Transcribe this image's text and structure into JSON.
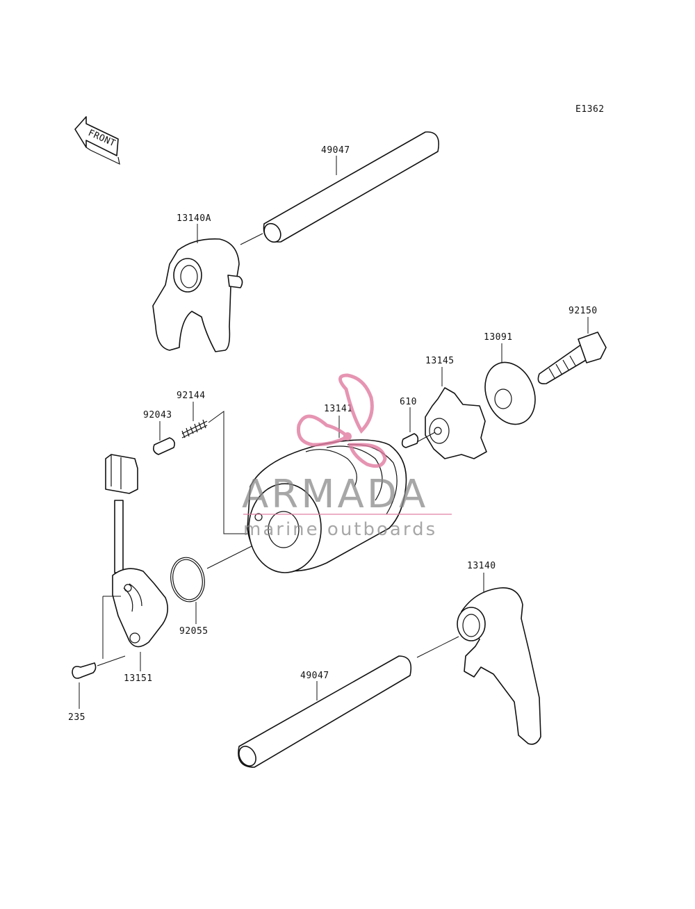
{
  "diagram_code": "E1362",
  "front_label": "FRONT",
  "watermark": {
    "brand": "ARMADA",
    "tagline": "marine outboards",
    "brand_color": "#7a7a7a",
    "accent_color": "#e07aa0"
  },
  "part_labels": {
    "shaft_upper": "49047",
    "fork_upper": "13140A",
    "bolt_right": "92150",
    "washer": "13091",
    "plate_star": "13145",
    "pin_small": "610",
    "drum": "13141",
    "spring": "92144",
    "pin_detent": "92043",
    "oring": "92055",
    "switch": "13151",
    "screw": "235",
    "fork_lower": "13140",
    "shaft_lower": "49047"
  }
}
